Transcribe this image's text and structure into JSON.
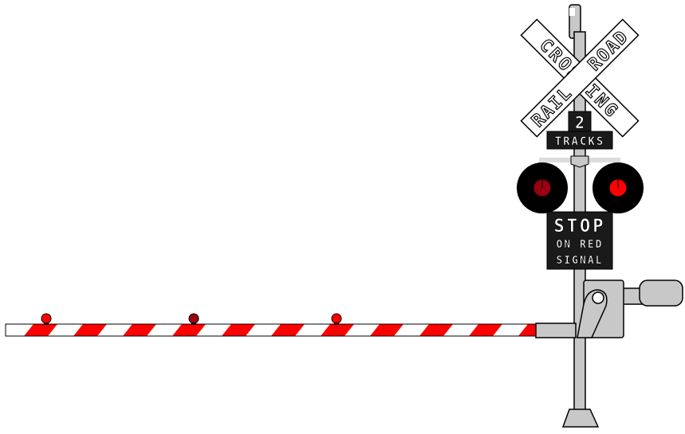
{
  "crossbuck": {
    "word_rail": "RAIL",
    "word_road": "ROAD",
    "word_crossing": "CROSSING"
  },
  "track_sign": {
    "number": "2",
    "label": "TRACKS"
  },
  "stop_sign": {
    "line1": "STOP",
    "line2": "ON RED",
    "line3": "SIGNAL"
  },
  "signal_lights": {
    "left": {
      "state": "off",
      "color": "#990011"
    },
    "right": {
      "state": "on",
      "color": "#ff0000"
    }
  },
  "gate_arm": {
    "stripe_red": "#ff0000",
    "stripe_white": "#ffffff",
    "lamps": [
      {
        "state": "on",
        "color": "#ff0000"
      },
      {
        "state": "off",
        "color": "#990011"
      },
      {
        "state": "on",
        "color": "#ff0000"
      }
    ]
  },
  "colors": {
    "mast": "#c8c8c8",
    "outline": "#000000",
    "sign_bg": "#1a1a1a"
  }
}
